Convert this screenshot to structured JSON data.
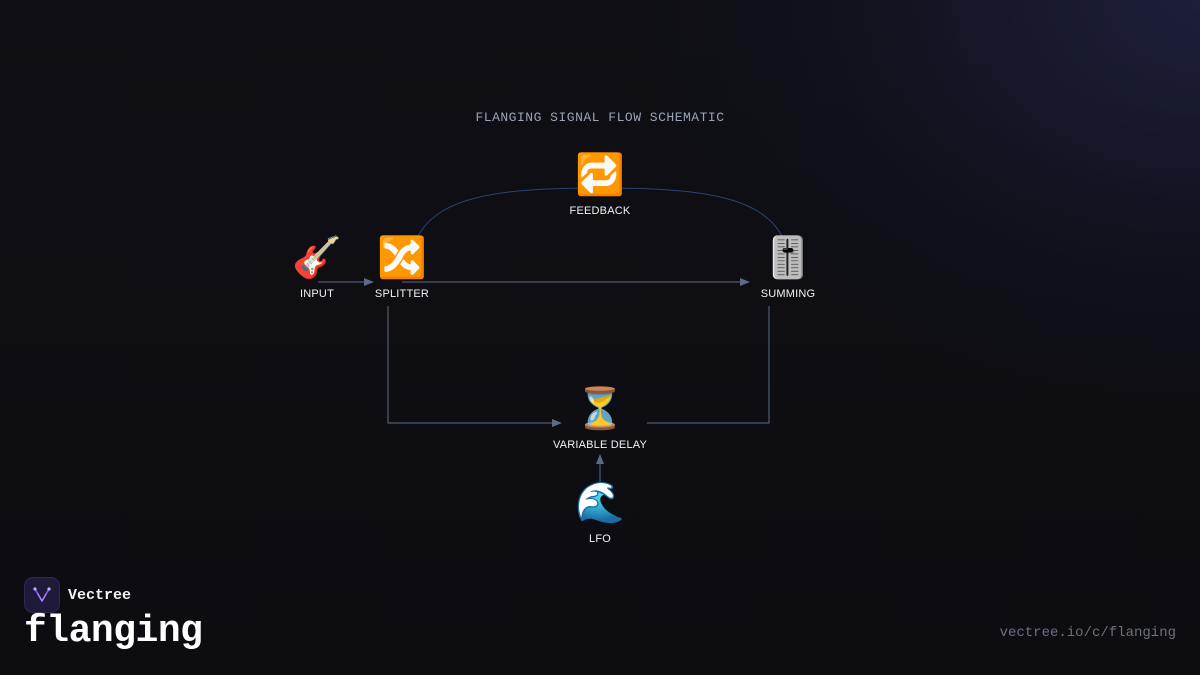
{
  "diagram": {
    "title": "FLANGING SIGNAL FLOW SCHEMATIC",
    "nodes": {
      "input": {
        "label": "INPUT",
        "icon": "guitar-icon",
        "glyph": "🎸"
      },
      "splitter": {
        "label": "SPLITTER",
        "icon": "shuffle-icon",
        "glyph": "🔀"
      },
      "feedback": {
        "label": "FEEDBACK",
        "icon": "repeat-icon",
        "glyph": "🔁"
      },
      "summing": {
        "label": "SUMMING",
        "icon": "level-slider-icon",
        "glyph": "🎚️"
      },
      "variable_delay": {
        "label": "VARIABLE DELAY",
        "icon": "hourglass-icon",
        "glyph": "⏳"
      },
      "lfo": {
        "label": "LFO",
        "icon": "water-wave-icon",
        "glyph": "🌊"
      }
    },
    "edges": [
      {
        "from": "INPUT",
        "to": "SPLITTER",
        "arrow": true
      },
      {
        "from": "SPLITTER",
        "to": "SUMMING",
        "arrow": true
      },
      {
        "from": "SPLITTER",
        "to": "VARIABLE DELAY",
        "arrow": true
      },
      {
        "from": "VARIABLE DELAY",
        "to": "SUMMING",
        "arrow": false
      },
      {
        "from": "LFO",
        "to": "VARIABLE DELAY",
        "arrow": true
      },
      {
        "from": "SPLITTER",
        "to": "SUMMING",
        "via": "FEEDBACK",
        "arrow": false
      }
    ]
  },
  "brand": {
    "name": "Vectree",
    "logo_icon": "vectree-logo-icon",
    "topic": "flanging",
    "url": "vectree.io/c/flanging"
  },
  "colors": {
    "background": "#0d0d12",
    "edge": "#5d6b85",
    "feedback_edge": "#2c4470",
    "title": "#9aa3b8",
    "label": "#f2f2f6",
    "brand_accent": "#8b5cf6"
  }
}
